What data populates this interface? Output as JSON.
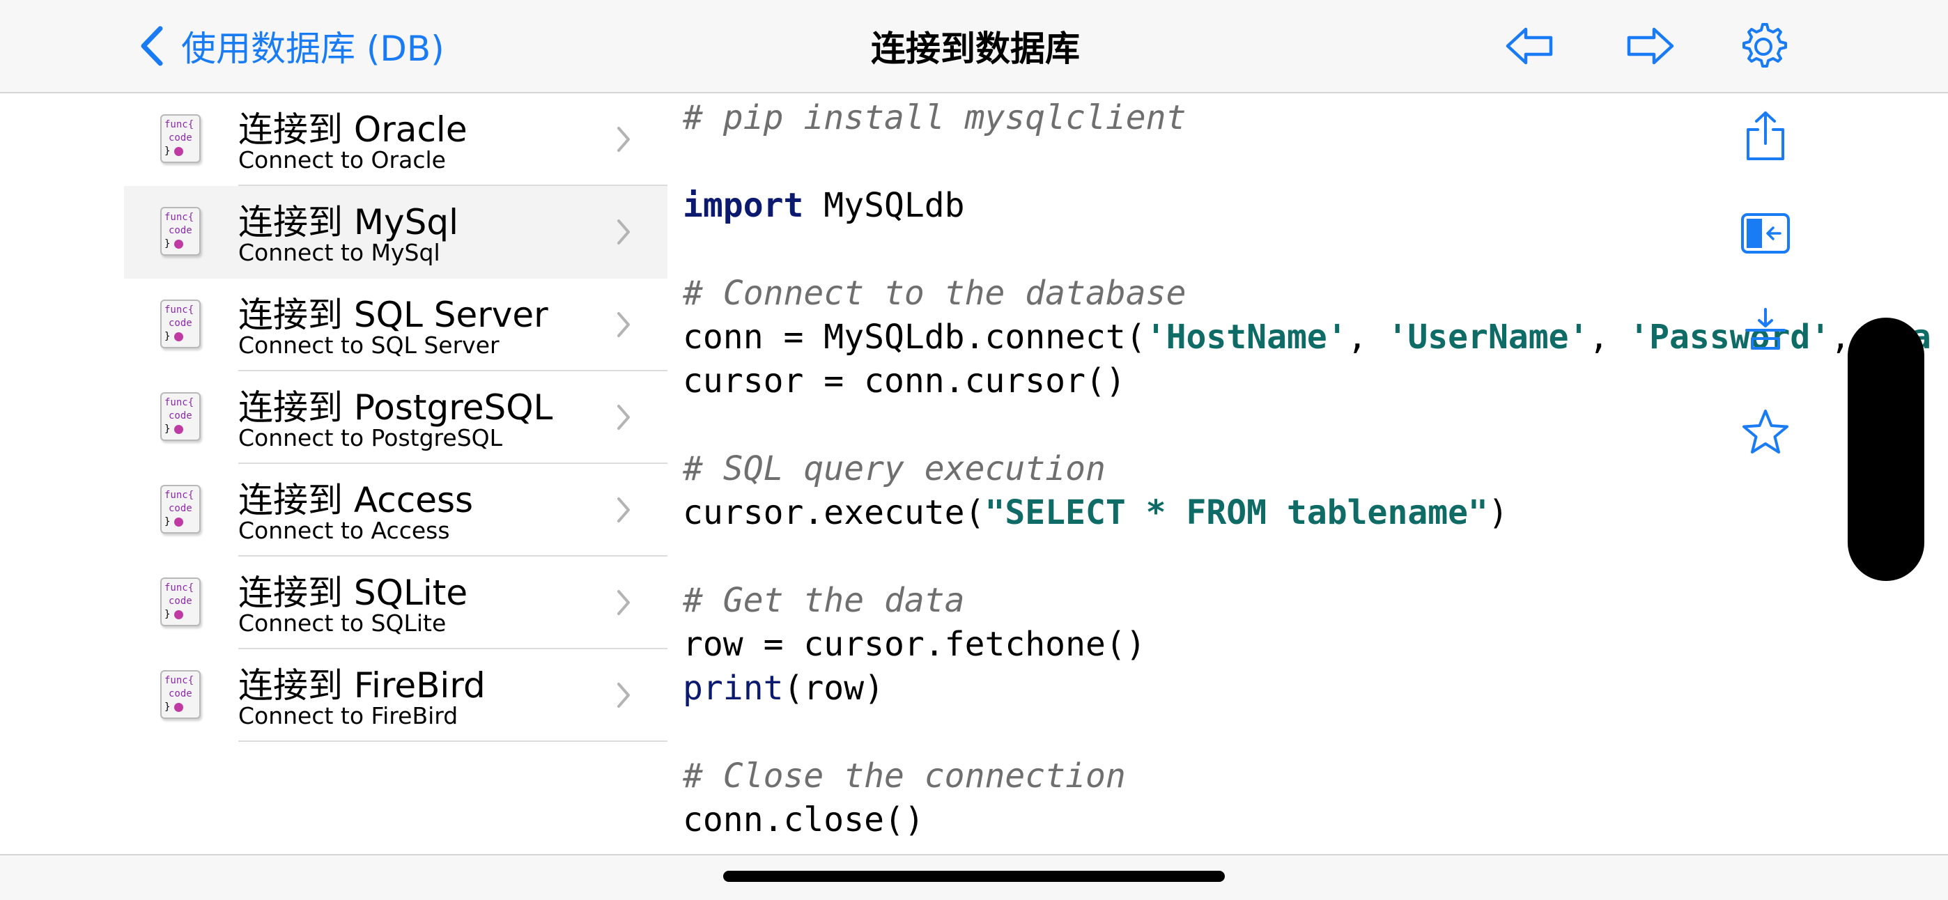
{
  "navbar": {
    "back_label": "使用数据库 (DB)",
    "title": "连接到数据库",
    "icons": [
      "arrow-left-icon",
      "arrow-right-icon",
      "gear-icon"
    ]
  },
  "list": {
    "items": [
      {
        "title": "连接到 Oracle",
        "subtitle": "Connect to Oracle",
        "selected": false
      },
      {
        "title": "连接到 MySql",
        "subtitle": "Connect to MySql",
        "selected": true
      },
      {
        "title": "连接到 SQL Server",
        "subtitle": "Connect to SQL Server",
        "selected": false
      },
      {
        "title": "连接到 PostgreSQL",
        "subtitle": "Connect to PostgreSQL",
        "selected": false
      },
      {
        "title": "连接到 Access",
        "subtitle": "Connect to Access",
        "selected": false
      },
      {
        "title": "连接到 SQLite",
        "subtitle": "Connect to SQLite",
        "selected": false
      },
      {
        "title": "连接到 FireBird",
        "subtitle": "Connect to FireBird",
        "selected": false
      }
    ],
    "icon_text": {
      "line1": "func{",
      "line2": "code",
      "line3": "}"
    }
  },
  "code": {
    "lines": [
      [
        {
          "t": "# pip install mysqlclient",
          "c": "comment"
        }
      ],
      [],
      [
        {
          "t": "import",
          "c": "kw"
        },
        {
          "t": " MySQLdb",
          "c": ""
        }
      ],
      [],
      [
        {
          "t": "# Connect to the database",
          "c": "comment"
        }
      ],
      [
        {
          "t": "conn = MySQLdb.connect(",
          "c": ""
        },
        {
          "t": "'HostName'",
          "c": "str"
        },
        {
          "t": ", ",
          "c": ""
        },
        {
          "t": "'UserName'",
          "c": "str"
        },
        {
          "t": ", ",
          "c": ""
        },
        {
          "t": "'Password'",
          "c": "str"
        },
        {
          "t": ", ",
          "c": ""
        },
        {
          "t": "'Da",
          "c": "str"
        }
      ],
      [
        {
          "t": "cursor = conn.cursor()",
          "c": ""
        }
      ],
      [],
      [
        {
          "t": "# SQL query execution",
          "c": "comment"
        }
      ],
      [
        {
          "t": "cursor.execute(",
          "c": ""
        },
        {
          "t": "\"SELECT * FROM tablename\"",
          "c": "str"
        },
        {
          "t": ")",
          "c": ""
        }
      ],
      [],
      [
        {
          "t": "# Get the data",
          "c": "comment"
        }
      ],
      [
        {
          "t": "row = cursor.fetchone()",
          "c": ""
        }
      ],
      [
        {
          "t": "print",
          "c": "builtin"
        },
        {
          "t": "(row)",
          "c": ""
        }
      ],
      [],
      [
        {
          "t": "# Close the connection",
          "c": "comment"
        }
      ],
      [
        {
          "t": "conn.close()",
          "c": ""
        }
      ]
    ]
  },
  "sidebar_tools": [
    "share-icon",
    "sidebar-toggle-icon",
    "download-icon",
    "star-icon"
  ],
  "colors": {
    "accent": "#1a7cf5",
    "string": "#0f6b66",
    "keyword": "#0b1a6e",
    "comment": "#6f6f6f"
  }
}
